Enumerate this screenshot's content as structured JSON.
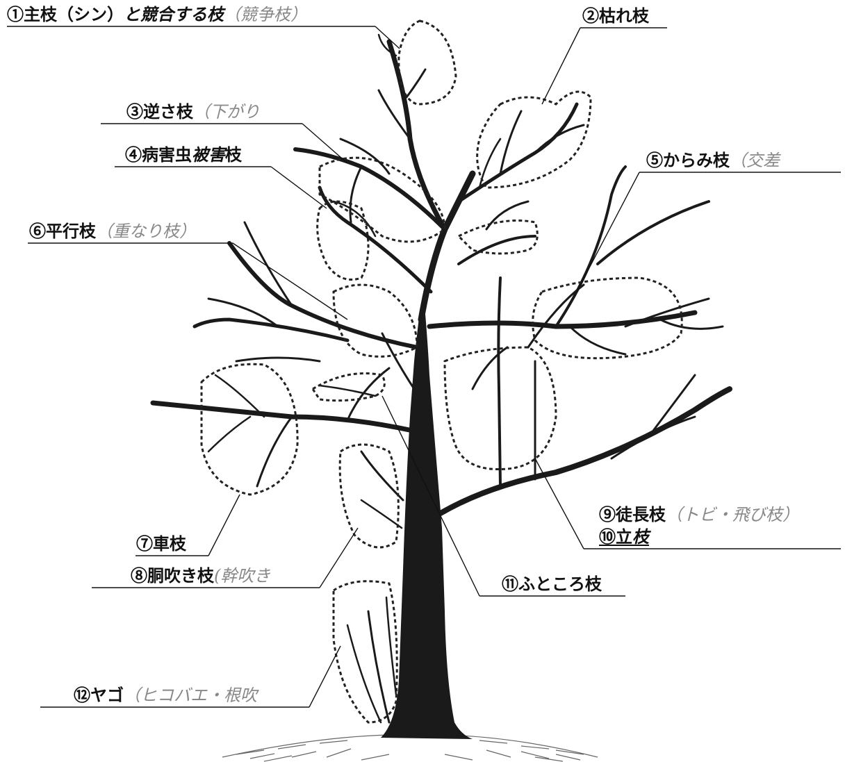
{
  "labels": {
    "l1": {
      "main": "①主枝（シン）",
      "em": "と競合する枝",
      "note": "（競争枝）"
    },
    "l2": {
      "main": "②枯れ枝"
    },
    "l3": {
      "main": "③逆さ枝",
      "note": "（下がり"
    },
    "l4": {
      "main": "④病害虫",
      "em": "被害",
      "main2": "枝"
    },
    "l5": {
      "main": "⑤からみ枝",
      "note": "（交差"
    },
    "l6": {
      "main": "⑥平行枝",
      "note": "（重なり枝）"
    },
    "l7": {
      "main": "⑦車枝"
    },
    "l8": {
      "main": "⑧胴吹き枝",
      "note": "(幹吹き"
    },
    "l9": {
      "main": "⑨徒長枝",
      "note": "（トビ・飛び枝）"
    },
    "l10": {
      "main": "⑩立",
      "em": "枝"
    },
    "l11": {
      "main": "⑪ふところ枝"
    },
    "l12": {
      "main": "⑫ヤゴ",
      "note": "（ヒコバエ・根吹"
    }
  },
  "colors": {
    "ink": "#111111",
    "note": "#888888",
    "bark": "#1a1a1a",
    "dash": "#222222",
    "ground": "#555555"
  }
}
